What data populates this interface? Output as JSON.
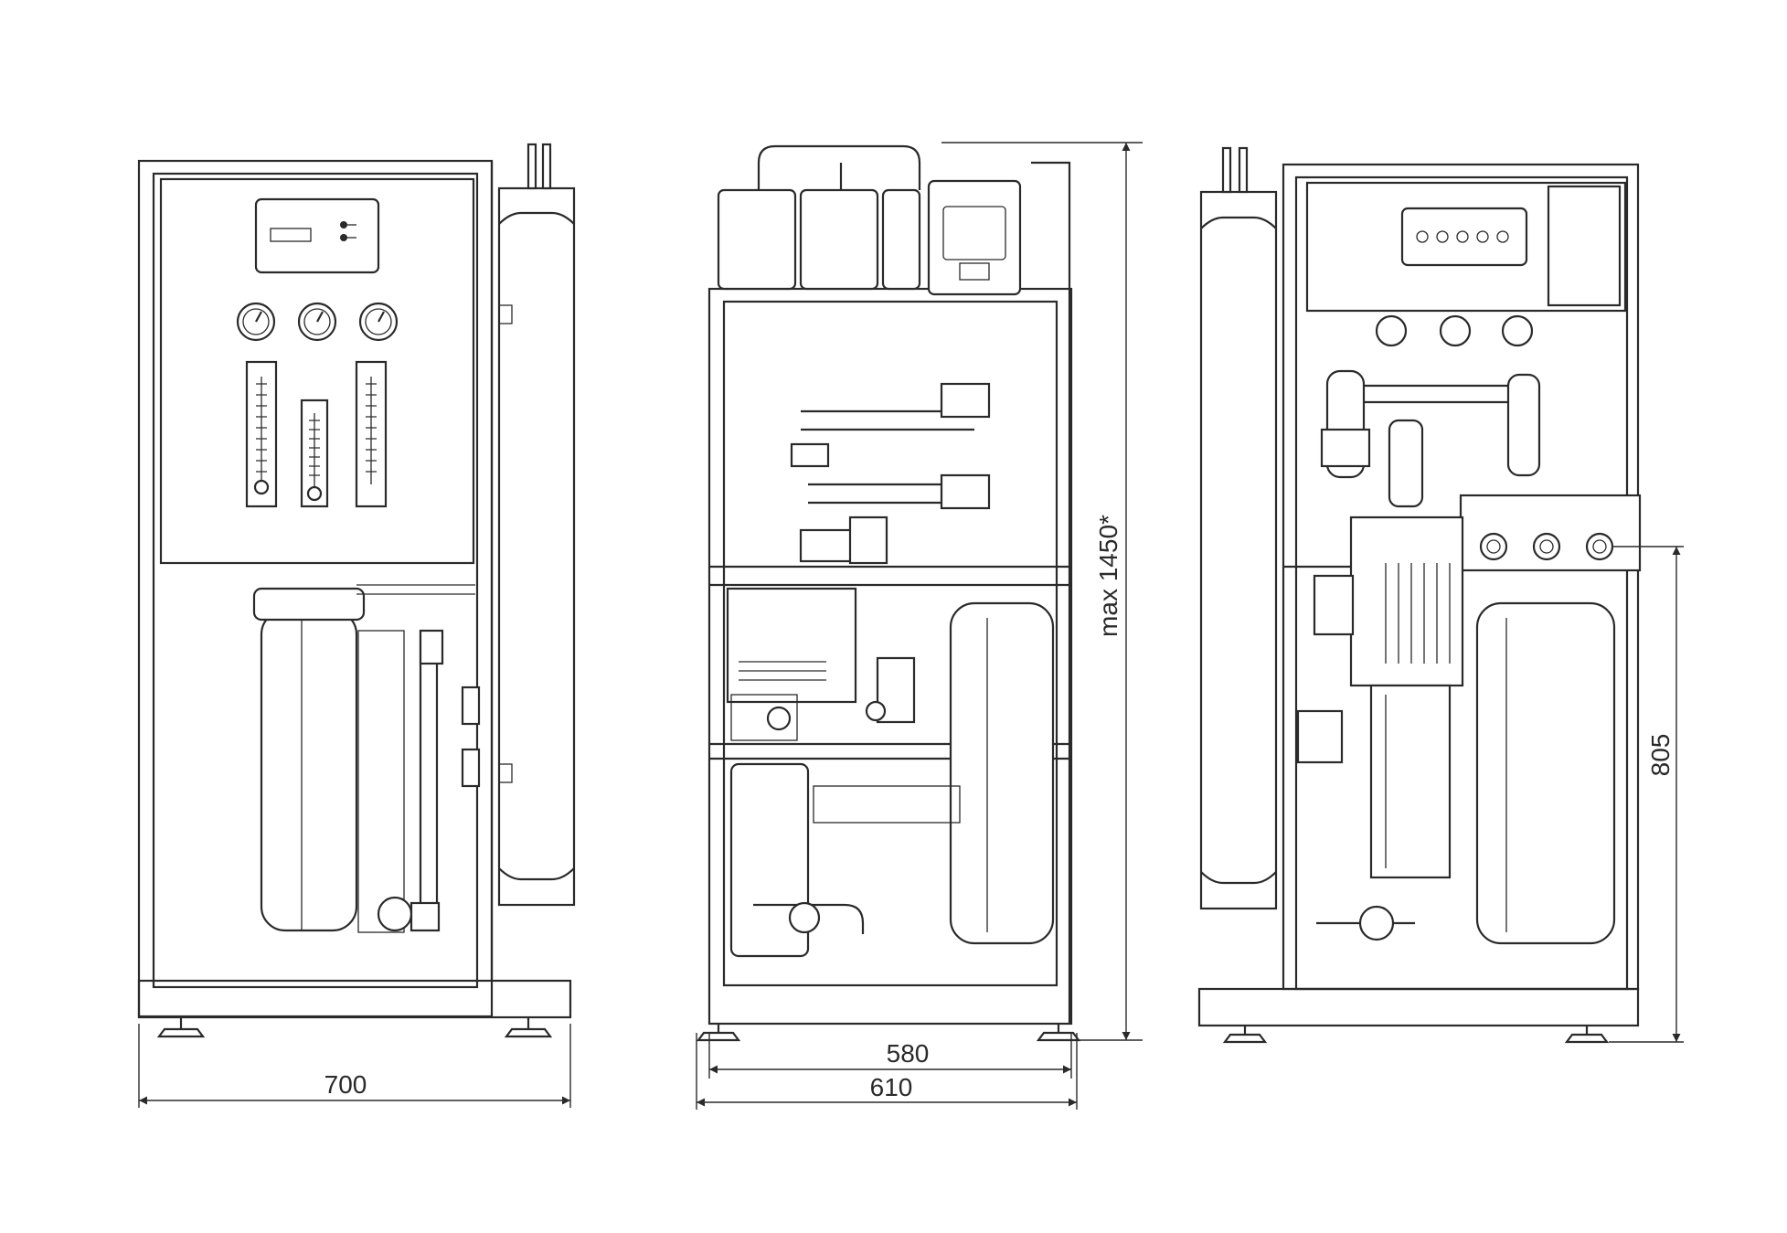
{
  "dimensions": {
    "front_width": "700",
    "side_inner_width": "580",
    "side_outer_width": "610",
    "max_height": "max 1450*",
    "outlet_height": "805"
  },
  "colors": {
    "line": "#2a2a2a",
    "background": "#ffffff"
  }
}
